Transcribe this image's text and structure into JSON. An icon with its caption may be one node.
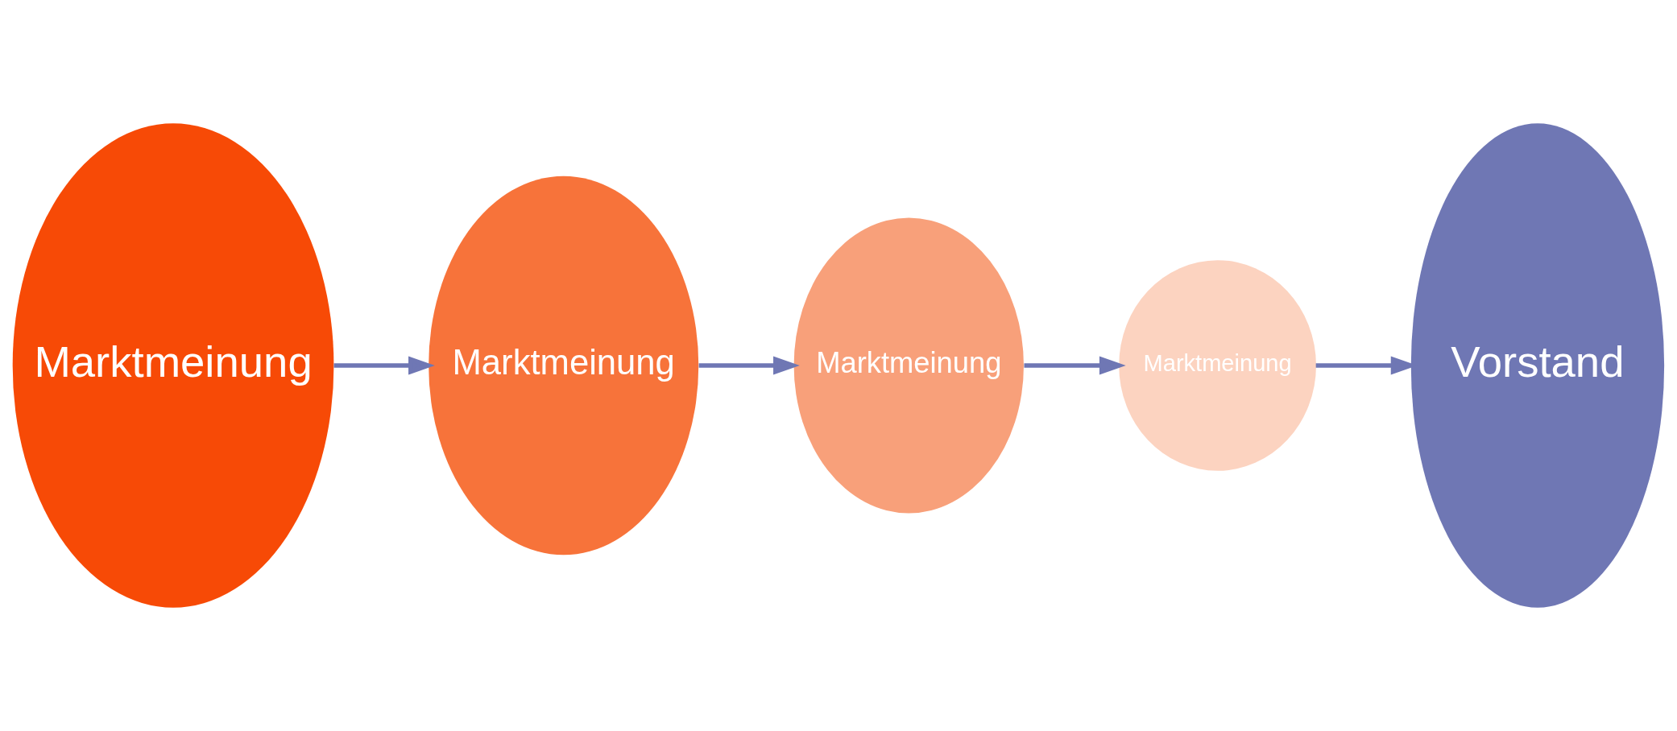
{
  "diagram": {
    "nodes": [
      {
        "text": [
          "Marktmeinung"
        ]
      },
      {
        "text": [
          "Marktmeinung"
        ]
      },
      {
        "text": [
          "Marktmeinung"
        ]
      },
      {
        "text": [
          "Marktmeinung"
        ]
      },
      {
        "text": [
          "Vorstand"
        ]
      }
    ],
    "edges": [
      {
        "from": 0,
        "to": 1,
        "arrow": "to"
      },
      {
        "from": 1,
        "to": 2,
        "arrow": "to"
      },
      {
        "from": 2,
        "to": 3,
        "arrow": "to"
      },
      {
        "from": 3,
        "to": 4,
        "arrow": "to"
      }
    ]
  }
}
